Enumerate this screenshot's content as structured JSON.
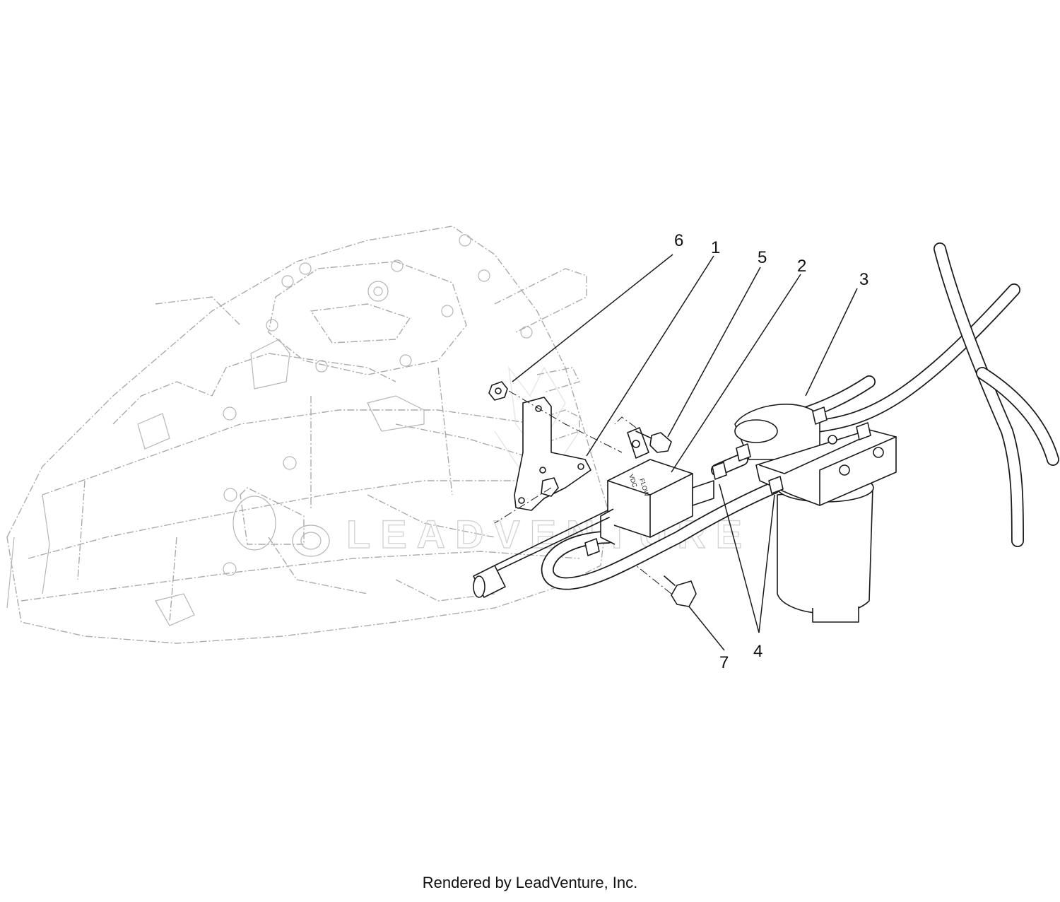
{
  "diagram": {
    "callouts": [
      "6",
      "1",
      "5",
      "2",
      "3",
      "4",
      "7"
    ],
    "watermark": "LEADVENTURE",
    "valve_marking": "FLOW",
    "valve_marking_2": "VDC"
  },
  "footer": {
    "text": "Rendered by LeadVenture, Inc."
  }
}
